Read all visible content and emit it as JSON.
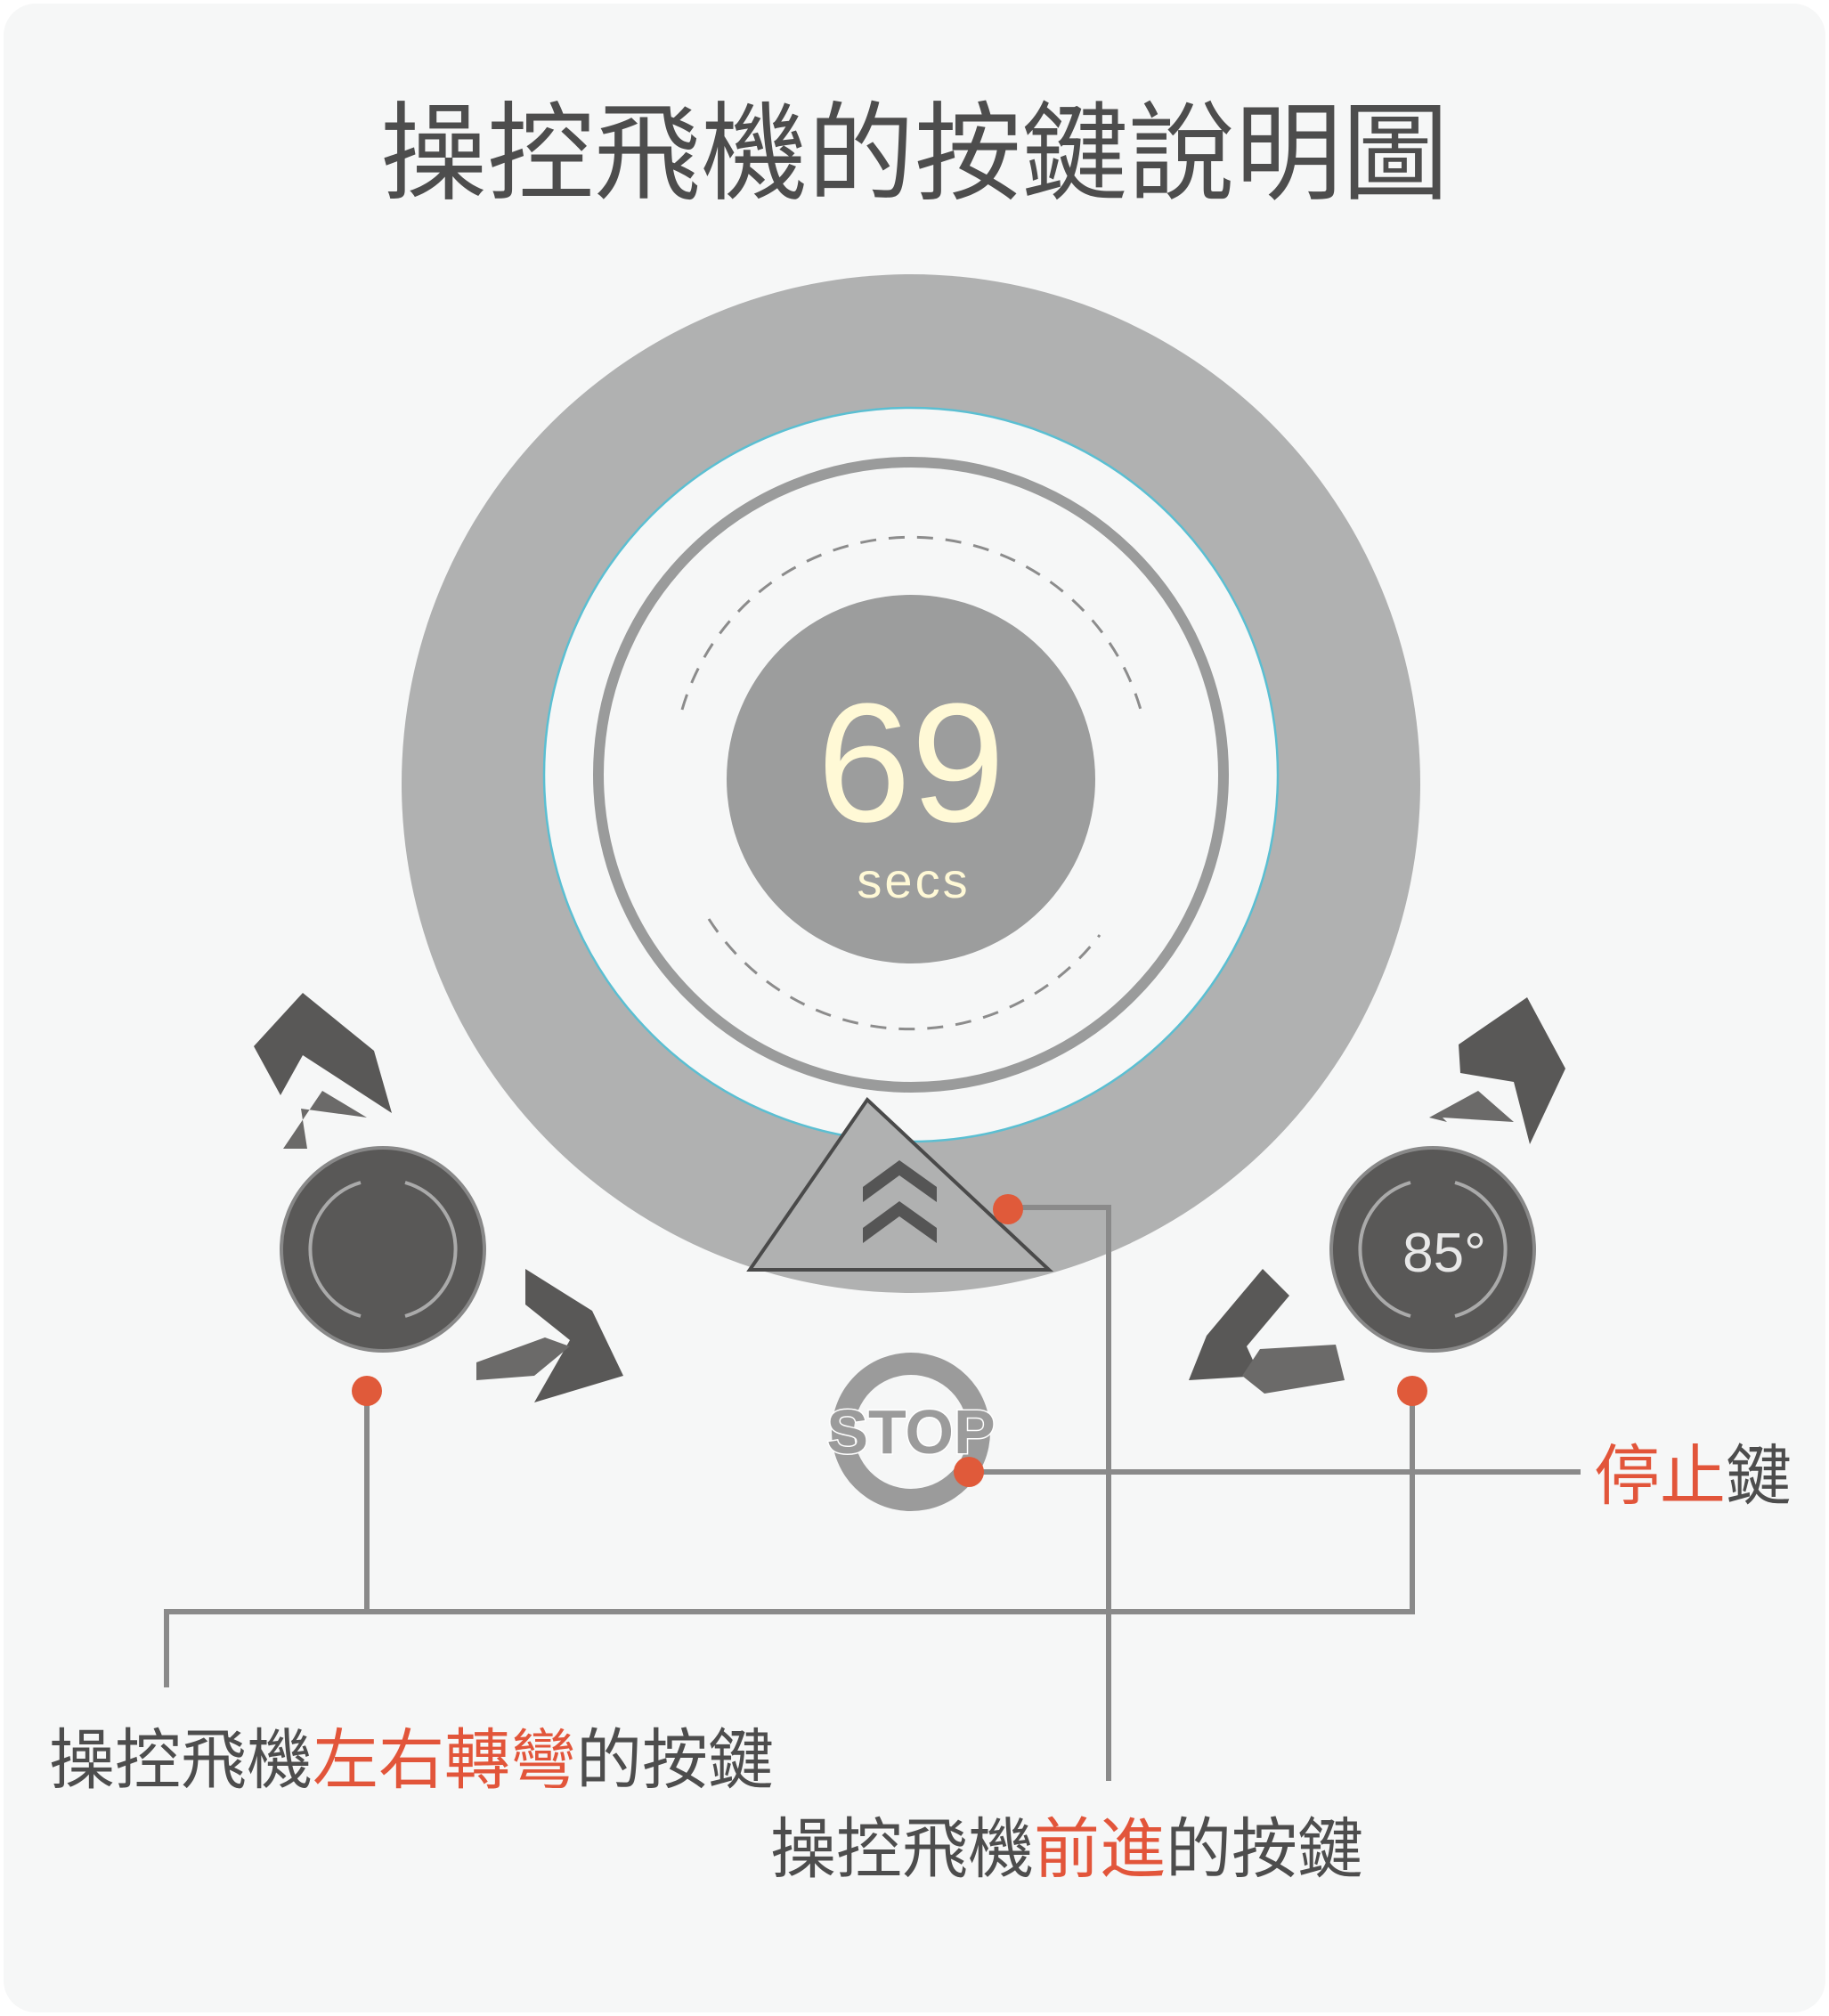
{
  "title": "操控飛機的按鍵說明圖",
  "display": {
    "value": "69",
    "unit": "secs"
  },
  "right_button": {
    "label": "85°"
  },
  "stop_button": {
    "label": "STOP"
  },
  "labels": {
    "stop": {
      "highlight": "停止",
      "rest": "鍵"
    },
    "turn": {
      "prefix": "操控飛機",
      "highlight": "左右轉彎",
      "suffix": "的按鍵"
    },
    "forward": {
      "prefix": "操控飛機",
      "highlight": "前進",
      "suffix": "的按鍵"
    }
  },
  "colors": {
    "background": "#f6f7f7",
    "outer_disc": "#b0b1b1",
    "ring_gray": "#9a9b9b",
    "accent_blue": "#5bbfd2",
    "display_text": "#fff9d6",
    "dark_button": "#595857",
    "highlight_red": "#e2553a",
    "dot_orange": "#e05a3a",
    "text_dark": "#4d4d4d",
    "leader_line": "#8a8a8a"
  }
}
